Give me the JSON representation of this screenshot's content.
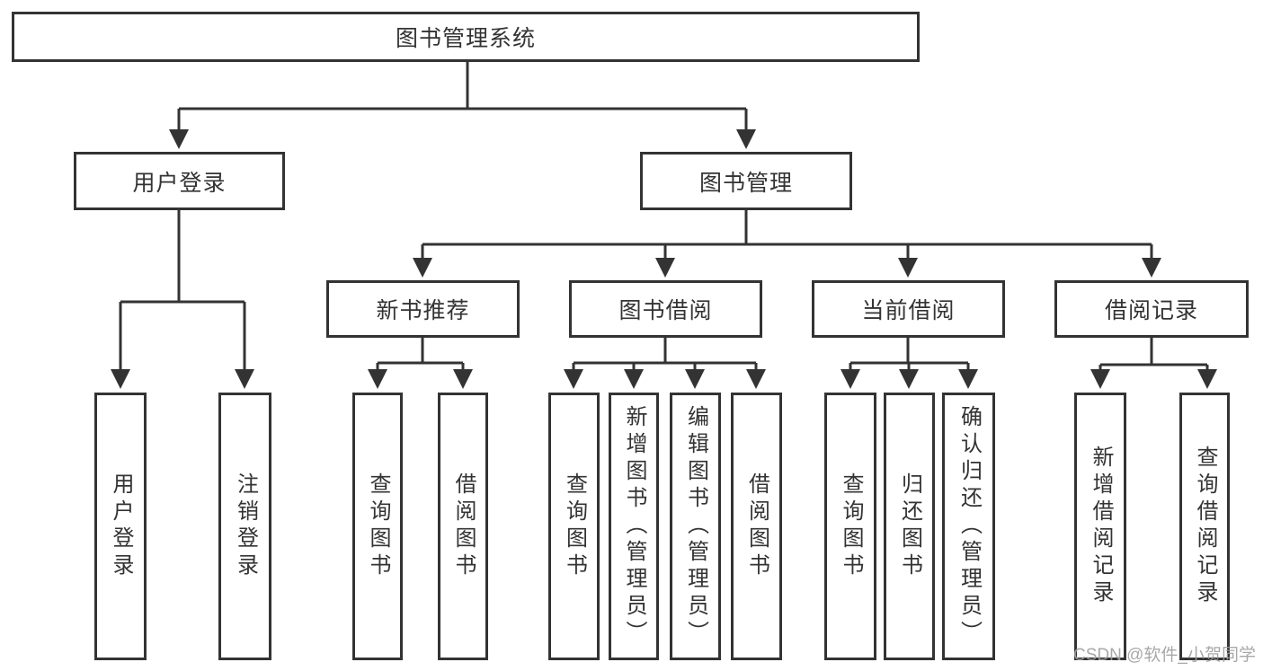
{
  "diagram": {
    "colors": {
      "line": "#333333",
      "text": "#333333",
      "box_background": "#ffffff",
      "watermark": "#9e9e9e",
      "page_background": "#ffffff"
    },
    "watermark": "CSDN @软件_小贺同学",
    "tree": {
      "root": {
        "label": "图书管理系统",
        "children": [
          {
            "label": "用户登录",
            "children": [
              {
                "label": "用户登录"
              },
              {
                "label": "注销登录"
              }
            ]
          },
          {
            "label": "图书管理",
            "children": [
              {
                "label": "新书推荐",
                "children": [
                  {
                    "label": "查询图书"
                  },
                  {
                    "label": "借阅图书"
                  }
                ]
              },
              {
                "label": "图书借阅",
                "children": [
                  {
                    "label": "查询图书"
                  },
                  {
                    "label": "新增图书（管理员）"
                  },
                  {
                    "label": "编辑图书（管理员）"
                  },
                  {
                    "label": "借阅图书"
                  }
                ]
              },
              {
                "label": "当前借阅",
                "children": [
                  {
                    "label": "查询图书"
                  },
                  {
                    "label": "归还图书"
                  },
                  {
                    "label": "确认归还（管理员）"
                  }
                ]
              },
              {
                "label": "借阅记录",
                "children": [
                  {
                    "label": "新增借阅记录"
                  },
                  {
                    "label": "查询借阅记录"
                  }
                ]
              }
            ]
          }
        ]
      }
    }
  }
}
